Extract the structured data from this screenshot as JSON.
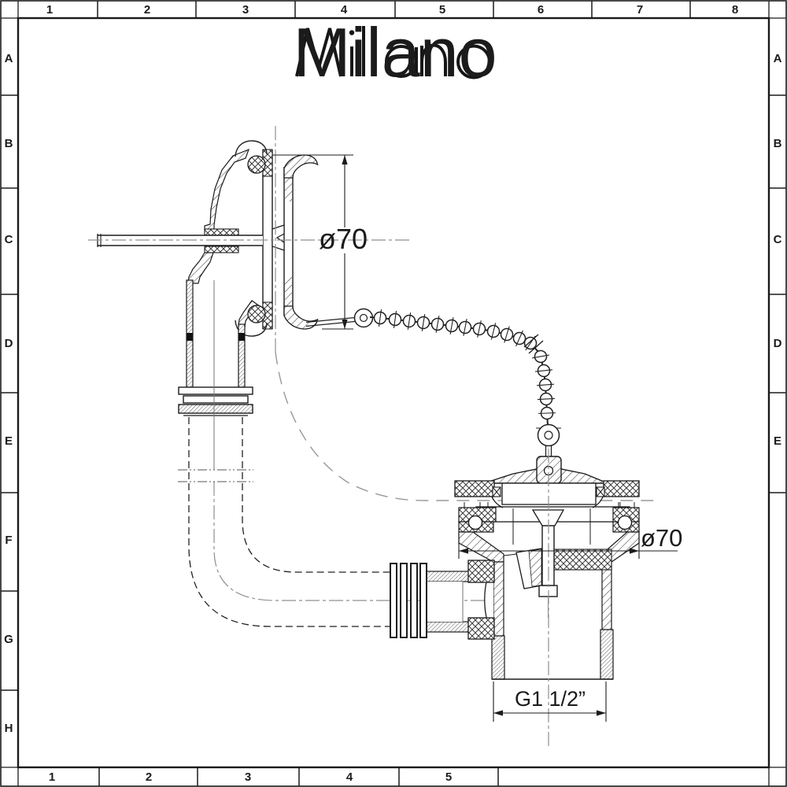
{
  "brand": "Milano",
  "grid": {
    "top": [
      "1",
      "2",
      "3",
      "4",
      "5",
      "6",
      "7",
      "8"
    ],
    "bottom": [
      "1",
      "2",
      "3",
      "4",
      "5"
    ],
    "left": [
      "A",
      "B",
      "C",
      "D",
      "E",
      "F",
      "G",
      "H"
    ],
    "right": [
      "A",
      "B",
      "C",
      "D",
      "E"
    ]
  },
  "labels": {
    "overflow_diameter": "ø70",
    "waste_diameter": "ø70",
    "outlet_thread": "G1 1/2”"
  },
  "colors": {
    "line": "#1b1b1b",
    "centerline": "#8f8f8f",
    "hatch": "#3a3a3a",
    "background": "#ffffff"
  }
}
